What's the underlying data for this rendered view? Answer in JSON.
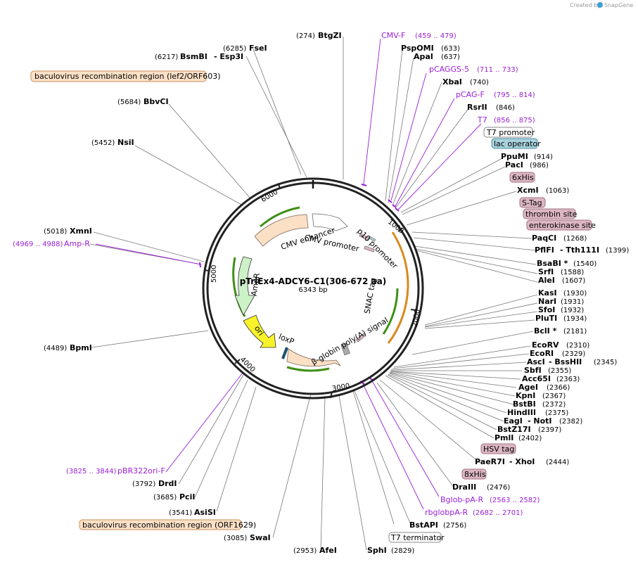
{
  "credit": {
    "text": "Created by",
    "brand": "SnapGene"
  },
  "plasmid": {
    "name": "pTriEx4-ADCY6-C1(306-672 aa)",
    "size": "6343 bp"
  },
  "ticks": [
    "1000",
    "2000",
    "3000",
    "4000",
    "5000",
    "6000"
  ],
  "features_inside": [
    {
      "name": "CMV enhancer"
    },
    {
      "name": "CMV promoter"
    },
    {
      "name": "p10 promoter"
    },
    {
      "name": "SNAC tag"
    },
    {
      "name": "AmpR"
    },
    {
      "name": "ori"
    },
    {
      "name": "loxP"
    },
    {
      "name": "β-globin poly(A) signal"
    }
  ],
  "site_labels": [
    {
      "name": "BtgZI",
      "num": "(274)"
    },
    {
      "name": "FseI",
      "num": "(6285)"
    },
    {
      "name": "BsmBI",
      "num": "(6217)",
      "extra": "- Esp3I"
    },
    {
      "name": "BbvCI",
      "num": "(5684)"
    },
    {
      "name": "NsiI",
      "num": "(5452)"
    },
    {
      "name": "XmnI",
      "num": "(5018)"
    },
    {
      "name": "BpmI",
      "num": "(4489)"
    },
    {
      "name": "DrdI",
      "num": "(3792)"
    },
    {
      "name": "PciI",
      "num": "(3685)"
    },
    {
      "name": "AsiSI",
      "num": "(3541)"
    },
    {
      "name": "SwaI",
      "num": "(3085)"
    },
    {
      "name": "AfeI",
      "num": "(2953)"
    },
    {
      "name": "SphI",
      "num": "(2829)"
    },
    {
      "name": "PspOMI",
      "num": "(633)"
    },
    {
      "name": "ApaI",
      "num": "(637)"
    },
    {
      "name": "XbaI",
      "num": "(740)"
    },
    {
      "name": "RsrII",
      "num": "(846)"
    },
    {
      "name": "PpuMI",
      "num": "(914)"
    },
    {
      "name": "PacI",
      "num": "(986)"
    },
    {
      "name": "XcmI",
      "num": "(1063)"
    },
    {
      "name": "PaqCI",
      "num": "(1268)"
    },
    {
      "name": "PflFI",
      "num": "(1399)",
      "extra": "- Tth111I"
    },
    {
      "name": "BsaBI *",
      "num": "(1540)"
    },
    {
      "name": "SrfI",
      "num": "(1588)"
    },
    {
      "name": "AleI",
      "num": "(1607)"
    },
    {
      "name": "KasI",
      "num": "(1930)"
    },
    {
      "name": "NarI",
      "num": "(1931)"
    },
    {
      "name": "SfoI",
      "num": "(1932)"
    },
    {
      "name": "PluTI",
      "num": "(1934)"
    },
    {
      "name": "BclI *",
      "num": "(2181)"
    },
    {
      "name": "EcoRV",
      "num": "(2310)"
    },
    {
      "name": "EcoRI",
      "num": "(2329)"
    },
    {
      "name": "AscI",
      "num": "(2345)",
      "extra": "- BssHII"
    },
    {
      "name": "SbfI",
      "num": "(2355)"
    },
    {
      "name": "Acc65I",
      "num": "(2363)"
    },
    {
      "name": "AgeI",
      "num": "(2366)"
    },
    {
      "name": "KpnI",
      "num": "(2367)"
    },
    {
      "name": "BstBI",
      "num": "(2372)"
    },
    {
      "name": "HindIII",
      "num": "(2375)"
    },
    {
      "name": "EagI",
      "num": "(2382)",
      "extra": "- NotI"
    },
    {
      "name": "BstZ17I",
      "num": "(2397)"
    },
    {
      "name": "PmlI",
      "num": "(2402)"
    },
    {
      "name": "PaeR7I",
      "num": "(2444)",
      "extra": "- XhoI"
    },
    {
      "name": "DraIII",
      "num": "(2476)"
    },
    {
      "name": "BstAPI",
      "num": "(2756)"
    }
  ],
  "primer_labels": [
    {
      "name": "CMV-F",
      "num": "(459 .. 479)"
    },
    {
      "name": "pCAGGS-5",
      "num": "(711 .. 733)"
    },
    {
      "name": "pCAG-F",
      "num": "(795 .. 814)"
    },
    {
      "name": "T7",
      "num": "(856 .. 875)"
    },
    {
      "name": "Amp-R",
      "num": "(4969 .. 4988)"
    },
    {
      "name": "pBR322ori-F",
      "num": "(3825 .. 3844)"
    },
    {
      "name": "Bglob-pA-R",
      "num": "(2563 .. 2582)"
    },
    {
      "name": "rbglobpA-R",
      "num": "(2682 .. 2701)"
    }
  ],
  "boxed_labels": [
    {
      "name": "baculovirus recombination region (lef2/ORF603)",
      "color": "#fbe0c6",
      "border": "#c9915a"
    },
    {
      "name": "T7 promoter",
      "color": "#ffffff",
      "border": "#888888"
    },
    {
      "name": "lac operator",
      "color": "#a9d3df",
      "border": "#4d8a9c"
    },
    {
      "name": "6xHis",
      "color": "#dcb6c3",
      "border": "#a0707f"
    },
    {
      "name": "S-Tag",
      "color": "#dcb6c3",
      "border": "#a0707f"
    },
    {
      "name": "thrombin site",
      "color": "#dcb6c3",
      "border": "#a0707f"
    },
    {
      "name": "enterokinase site",
      "color": "#dcb6c3",
      "border": "#a0707f"
    },
    {
      "name": "HSV tag",
      "color": "#dcb6c3",
      "border": "#a0707f"
    },
    {
      "name": "8xHis",
      "color": "#dcb6c3",
      "border": "#a0707f"
    },
    {
      "name": "T7 terminator",
      "color": "#ffffff",
      "border": "#888888"
    },
    {
      "name": "baculovirus recombination region (ORF1629)",
      "color": "#fbe0c6",
      "border": "#c9915a"
    }
  ],
  "colors": {
    "primer": "#9a1fd4",
    "backbone": "#222222",
    "orf_green": "#3f8f14",
    "orf_orange": "#d9891c",
    "ampr_fill": "#cdf2c8",
    "ori_fill": "#f7f22a",
    "cmv_fill": "#fbe0c6"
  }
}
